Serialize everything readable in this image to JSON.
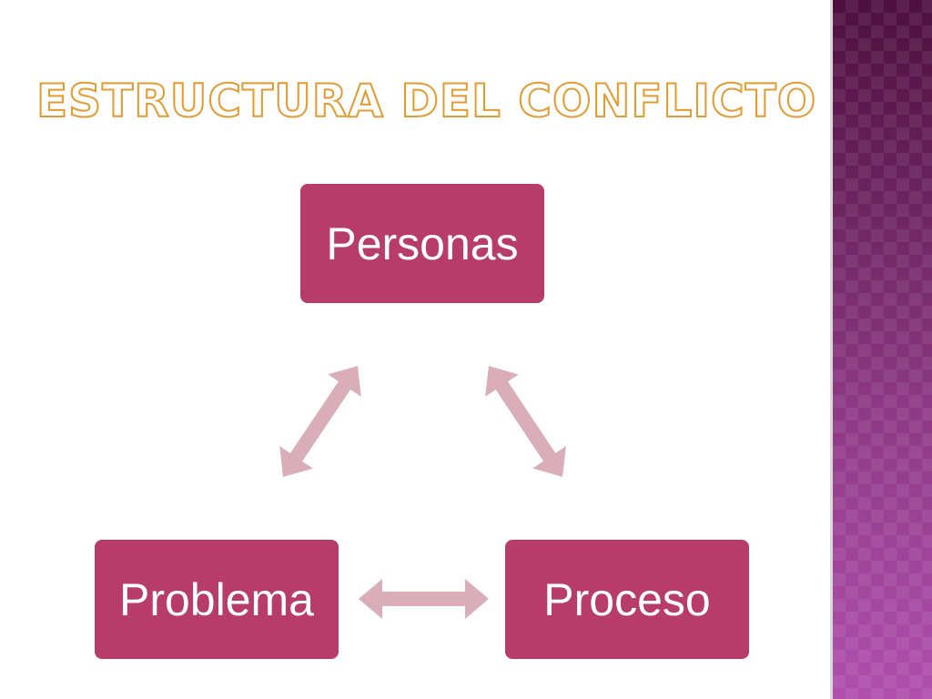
{
  "slide": {
    "title": "ESTRUCTURA DEL CONFLICTO"
  },
  "diagram": {
    "type": "cycle",
    "nodes": [
      {
        "id": "personas",
        "label": "Personas"
      },
      {
        "id": "proceso",
        "label": "Proceso"
      },
      {
        "id": "problema",
        "label": "Problema"
      }
    ],
    "edges": [
      {
        "from": "personas",
        "to": "proceso",
        "direction": "both"
      },
      {
        "from": "proceso",
        "to": "problema",
        "direction": "both"
      },
      {
        "from": "problema",
        "to": "personas",
        "direction": "both"
      }
    ]
  },
  "colors": {
    "node_fill": "#b83c69",
    "arrow_fill": "#d9aeb9",
    "title_outline": "#e39a2e",
    "side_band": "#7a2e6e"
  }
}
